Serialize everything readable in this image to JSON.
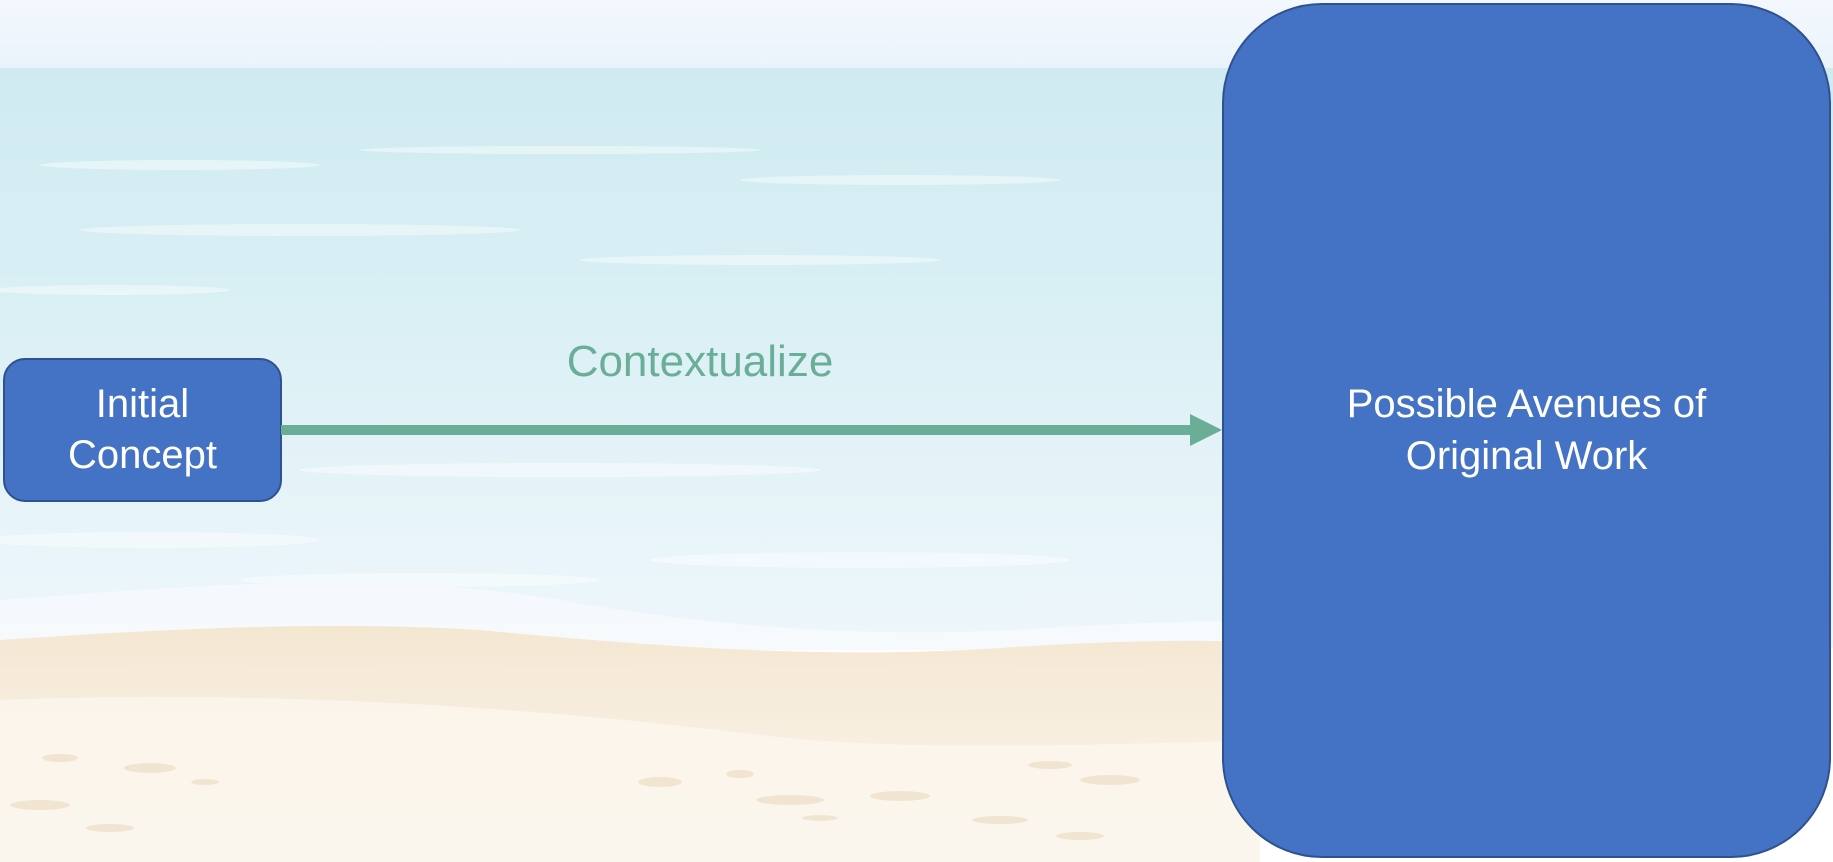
{
  "diagram": {
    "nodes": [
      {
        "id": "initial",
        "label_line1": "Initial",
        "label_line2": "Concept"
      },
      {
        "id": "avenues",
        "label_line1": "Possible Avenues of",
        "label_line2": "Original Work"
      }
    ],
    "edge": {
      "from": "initial",
      "to": "avenues",
      "label": "Contextualize"
    }
  },
  "colors": {
    "node_fill": "#4472C4",
    "node_border": "#2F528F",
    "node_text": "#FFFFFF",
    "arrow": "#6BAE98",
    "sky": "#EEF5FC",
    "sea": "#D3EEF3",
    "sand": "#F6EBD8"
  },
  "icons": {
    "background": "beach-background",
    "arrowhead": "arrowhead-icon"
  }
}
